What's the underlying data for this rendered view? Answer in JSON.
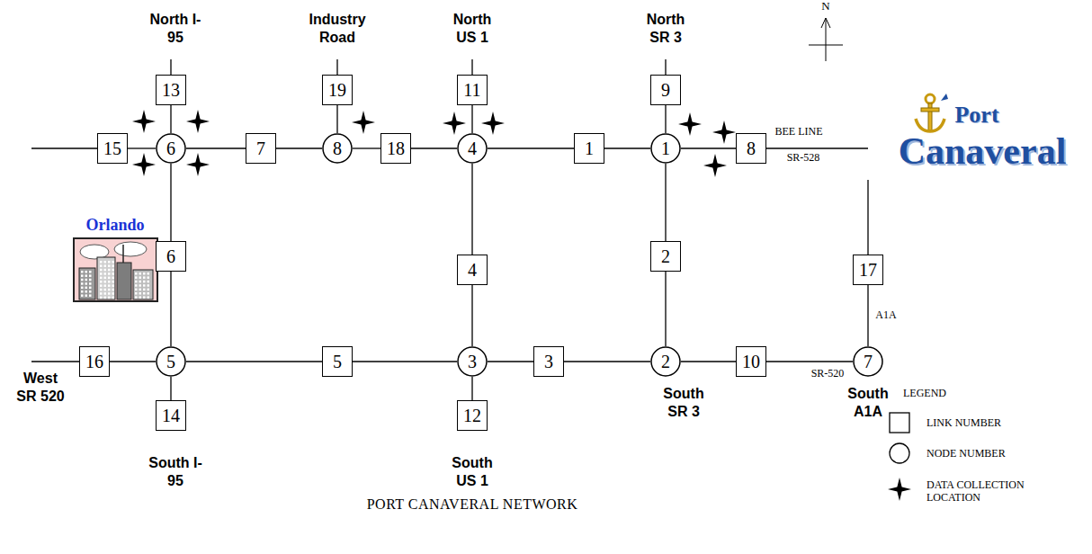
{
  "diagram": {
    "caption": "PORT CANAVERAL NETWORK",
    "nodes": [
      {
        "text": [
          "13"
        ]
      },
      {
        "text": [
          "19"
        ]
      },
      {
        "text": [
          "11"
        ]
      },
      {
        "text": [
          "9"
        ]
      },
      {
        "text": [
          "15"
        ]
      },
      {
        "text": [
          "6"
        ]
      },
      {
        "text": [
          "7"
        ]
      },
      {
        "text": [
          "8"
        ]
      },
      {
        "text": [
          "18"
        ]
      },
      {
        "text": [
          "4"
        ]
      },
      {
        "text": [
          "1"
        ]
      },
      {
        "text": [
          "1"
        ]
      },
      {
        "text": [
          "8"
        ]
      },
      {
        "text": [
          "6"
        ]
      },
      {
        "text": [
          "4"
        ]
      },
      {
        "text": [
          "2"
        ]
      },
      {
        "text": [
          "17"
        ]
      },
      {
        "text": [
          "16"
        ]
      },
      {
        "text": [
          "5"
        ]
      },
      {
        "text": [
          "5"
        ]
      },
      {
        "text": [
          "3"
        ]
      },
      {
        "text": [
          "3"
        ]
      },
      {
        "text": [
          "2"
        ]
      },
      {
        "text": [
          "10"
        ]
      },
      {
        "text": [
          "7"
        ]
      },
      {
        "text": [
          "14"
        ]
      },
      {
        "text": [
          "12"
        ]
      }
    ],
    "edges": [
      {
        "from": 0,
        "to": 5,
        "arrow": "none"
      },
      {
        "from": 1,
        "to": 7,
        "arrow": "none"
      },
      {
        "from": 2,
        "to": 9,
        "arrow": "none"
      },
      {
        "from": 3,
        "to": 11,
        "arrow": "none"
      },
      {
        "from": 4,
        "to": 5,
        "arrow": "none"
      },
      {
        "from": 5,
        "to": 6,
        "arrow": "none"
      },
      {
        "from": 6,
        "to": 7,
        "arrow": "none"
      },
      {
        "from": 7,
        "to": 8,
        "arrow": "none"
      },
      {
        "from": 8,
        "to": 9,
        "arrow": "none"
      },
      {
        "from": 9,
        "to": 10,
        "arrow": "none"
      },
      {
        "from": 10,
        "to": 11,
        "arrow": "none"
      },
      {
        "from": 11,
        "to": 12,
        "arrow": "none"
      },
      {
        "from": 5,
        "to": 13,
        "arrow": "none"
      },
      {
        "from": 13,
        "to": 18,
        "arrow": "none"
      },
      {
        "from": 9,
        "to": 14,
        "arrow": "none"
      },
      {
        "from": 14,
        "to": 20,
        "arrow": "none"
      },
      {
        "from": 11,
        "to": 15,
        "arrow": "none"
      },
      {
        "from": 15,
        "to": 22,
        "arrow": "none"
      },
      {
        "from": 16,
        "to": 24,
        "arrow": "none"
      },
      {
        "from": 17,
        "to": 18,
        "arrow": "none"
      },
      {
        "from": 18,
        "to": 19,
        "arrow": "none"
      },
      {
        "from": 19,
        "to": 20,
        "arrow": "none"
      },
      {
        "from": 20,
        "to": 21,
        "arrow": "none"
      },
      {
        "from": 21,
        "to": 22,
        "arrow": "none"
      },
      {
        "from": 22,
        "to": 23,
        "arrow": "none"
      },
      {
        "from": 23,
        "to": 24,
        "arrow": "none"
      },
      {
        "from": 18,
        "to": 25,
        "arrow": "none"
      },
      {
        "from": 20,
        "to": 26,
        "arrow": "none"
      }
    ],
    "labels": [
      "North I-95",
      "Industry Road",
      "North US 1",
      "North SR 3",
      "N",
      "BEE LINE",
      "SR-528",
      "Port",
      "Canaveral",
      "Orlando",
      "A1A",
      "West SR 520",
      "SR-520",
      "South I-95",
      "South US 1",
      "South SR 3",
      "South A1A",
      "LEGEND"
    ],
    "legend": [
      {
        "text": "LINK NUMBER"
      },
      {
        "text": "NODE NUMBER"
      },
      {
        "text": "DATA COLLECTION LOCATION"
      }
    ]
  }
}
